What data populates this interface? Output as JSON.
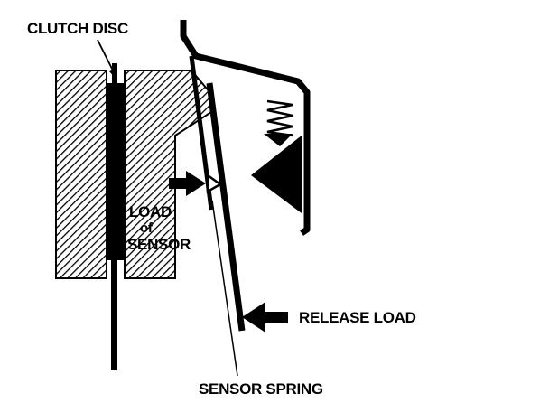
{
  "labels": {
    "clutch_disc": "CLUTCH DISC",
    "load_line1": "LOAD",
    "load_line2": "of",
    "load_line3": "SENSOR",
    "release_load": "RELEASE LOAD",
    "sensor_spring": "SENSOR SPRING"
  },
  "colors": {
    "ink": "#000000",
    "paper": "#ffffff"
  }
}
